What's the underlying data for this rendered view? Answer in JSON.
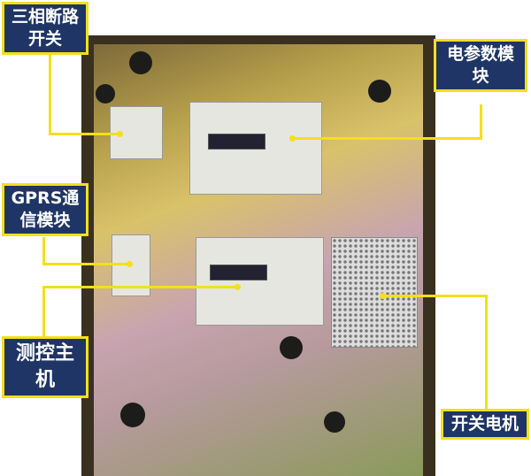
{
  "labels": {
    "breaker": "三相断路开关",
    "power_module": "电参数模块",
    "gprs": "GPRS通信模块",
    "controller": "测控主机",
    "psu": "开关电机"
  },
  "colors": {
    "label_bg": "#1f3566",
    "label_border": "#f3e01a",
    "leader": "#f3e01a"
  }
}
